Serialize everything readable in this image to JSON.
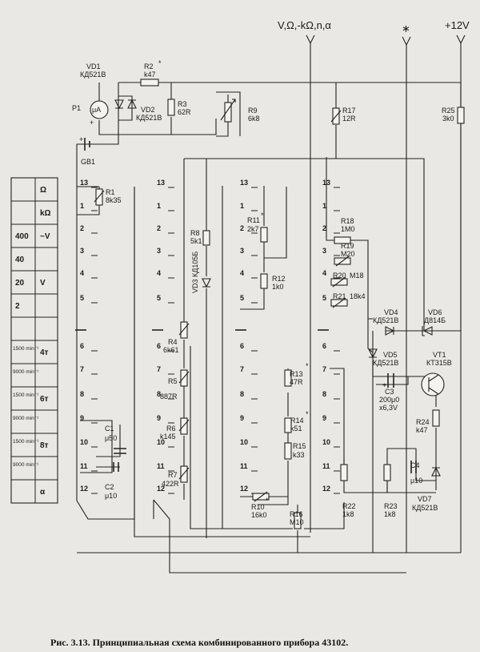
{
  "figure": {
    "caption": "Рис. 3.13. Принципиальная схема комбинированного прибора 43102."
  },
  "terminals": {
    "main": "V,Ω,-kΩ,n,α",
    "star": "∗",
    "supply": "+12V"
  },
  "mode_table": {
    "rows": [
      {
        "left": "",
        "right": "Ω"
      },
      {
        "left": "",
        "right": "kΩ"
      },
      {
        "left": "400",
        "right": "~V"
      },
      {
        "left": "40",
        "right": ""
      },
      {
        "left": "20",
        "right": "V"
      },
      {
        "left": "2",
        "right": ""
      },
      {
        "left": "",
        "right": ""
      },
      {
        "left": "1500 min⁻¹",
        "right": "4т"
      },
      {
        "left": "9000 min⁻¹",
        "right": ""
      },
      {
        "left": "1500 min⁻¹",
        "right": "6т"
      },
      {
        "left": "9000 min⁻¹",
        "right": ""
      },
      {
        "left": "1500 min⁻¹",
        "right": "8т"
      },
      {
        "left": "9000 min⁻¹",
        "right": ""
      },
      {
        "left": "",
        "right": "α"
      }
    ]
  },
  "switch_positions": [
    "13",
    "1",
    "2",
    "3",
    "4",
    "5",
    "6",
    "7",
    "8",
    "9",
    "10",
    "11",
    "12"
  ],
  "components": {
    "vd1": {
      "ref": "VD1",
      "type": "КД521В"
    },
    "r2": {
      "ref": "R2",
      "value": "k47",
      "mark": "*"
    },
    "p1": {
      "ref": "P1",
      "symbol": "μA"
    },
    "vd2": {
      "ref": "VD2",
      "type": "КД521В"
    },
    "r3": {
      "ref": "R3",
      "value": "62R"
    },
    "r9": {
      "ref": "R9",
      "value": "6k8"
    },
    "r17": {
      "ref": "R17",
      "value": "12R"
    },
    "r25": {
      "ref": "R25",
      "value": "3k0"
    },
    "gb1": {
      "ref": "GB1"
    },
    "r1": {
      "ref": "R1",
      "value": "8k35"
    },
    "r11": {
      "ref": "R11",
      "value": "2k7",
      "mark": "*"
    },
    "r8": {
      "ref": "R8",
      "value": "5k1"
    },
    "vd3": {
      "ref": "VD3",
      "type": "КД105Б"
    },
    "r12": {
      "ref": "R12",
      "value": "1k0"
    },
    "r18": {
      "ref": "R18",
      "value": "1M0"
    },
    "r19": {
      "ref": "R19",
      "value": "M20"
    },
    "r20": {
      "ref": "R20",
      "value": "M18"
    },
    "r21": {
      "ref": "R21",
      "value": "18k4"
    },
    "vd4": {
      "ref": "VD4",
      "type": "КД521В"
    },
    "vd6": {
      "ref": "VD6",
      "type": "Д814Б"
    },
    "r4": {
      "ref": "R4",
      "value": "6k61"
    },
    "vd5": {
      "ref": "VD5",
      "type": "КД521В"
    },
    "vt1": {
      "ref": "VT1",
      "type": "КТ315В"
    },
    "r5": {
      "ref": "R5",
      "value": "887R"
    },
    "r13": {
      "ref": "R13",
      "value": "47R",
      "mark": "*"
    },
    "c3": {
      "ref": "C3",
      "value": "200μ0",
      "rating": "x6,3V"
    },
    "r14": {
      "ref": "R14",
      "value": "k51",
      "mark": "*"
    },
    "r24": {
      "ref": "R24",
      "value": "k47"
    },
    "c1": {
      "ref": "C1",
      "value": "μ50"
    },
    "r6": {
      "ref": "R6",
      "value": "k145"
    },
    "r15": {
      "ref": "R15",
      "value": "k33"
    },
    "c2": {
      "ref": "C2",
      "value": "μ10"
    },
    "r7": {
      "ref": "R7",
      "value": "422R"
    },
    "c4": {
      "ref": "C4",
      "value": "μ10"
    },
    "r10": {
      "ref": "R10",
      "value": "16k0",
      "mark": "*"
    },
    "r16": {
      "ref": "R16",
      "value": "M10"
    },
    "r22": {
      "ref": "R22",
      "value": "1k8"
    },
    "r23": {
      "ref": "R23",
      "value": "1k8"
    },
    "vd7": {
      "ref": "VD7",
      "type": "КД521В"
    }
  }
}
